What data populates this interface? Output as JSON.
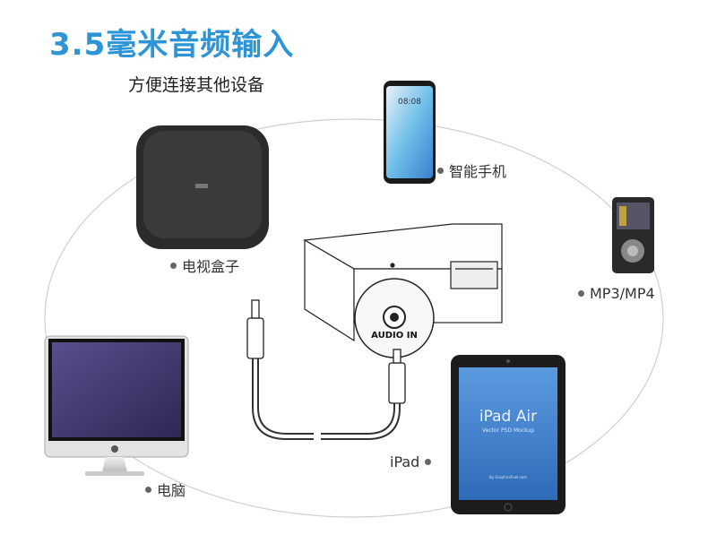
{
  "header": {
    "title": "3.5毫米音频输入",
    "subtitle": "方便连接其他设备"
  },
  "devices": {
    "phone": "智能手机",
    "tvbox": "电视盒子",
    "mp3": "MP3/MP4",
    "computer": "电脑",
    "ipad": "iPad"
  },
  "phone_screen": {
    "time": "08:08"
  },
  "speaker": {
    "audio_in_label": "AUDIO IN"
  },
  "ipad_screen": {
    "title": "iPad Air",
    "subtitle": "Vector PSD Mockup",
    "credit": "By GraphicsFuel.com"
  },
  "colors": {
    "title": "#2d95d6",
    "ipad_screen": "#3f7fd0",
    "monitor_screen": "#4a3f7a"
  }
}
